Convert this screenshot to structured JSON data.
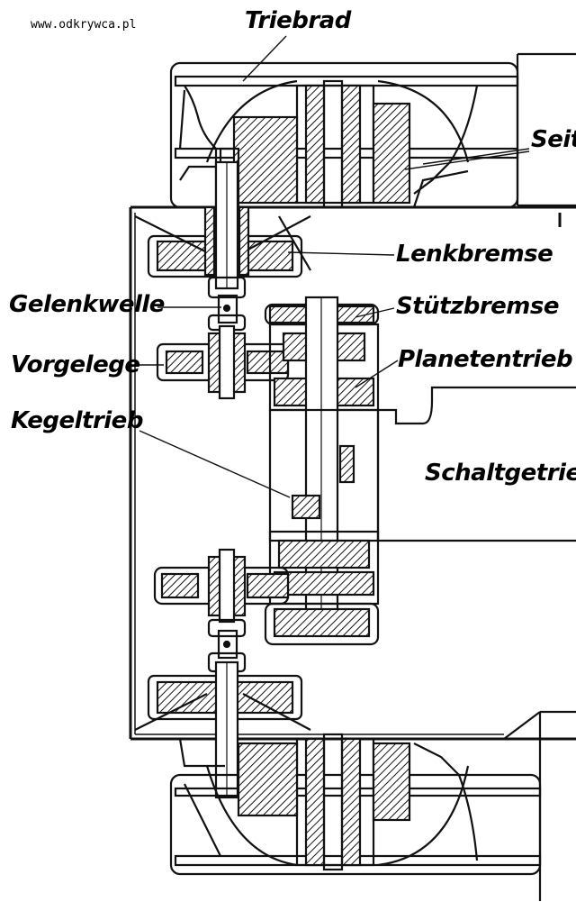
{
  "watermark": "www.odkrywca.pl",
  "labels": {
    "triebrad": "Triebrad",
    "seitenvorgelege": "Seit",
    "lenkbremse": "Lenkbremse",
    "gelenkwelle": "Gelenkwelle",
    "stuetzbremse": "Stützbremse",
    "vorgelege": "Vorgelege",
    "planetentrieb": "Planetentrieb",
    "kegeltrieb": "Kegeltrieb",
    "schaltgetriebe": "Schaltgetrie"
  },
  "colors": {
    "ink": "#111111",
    "paper": "#ffffff"
  }
}
